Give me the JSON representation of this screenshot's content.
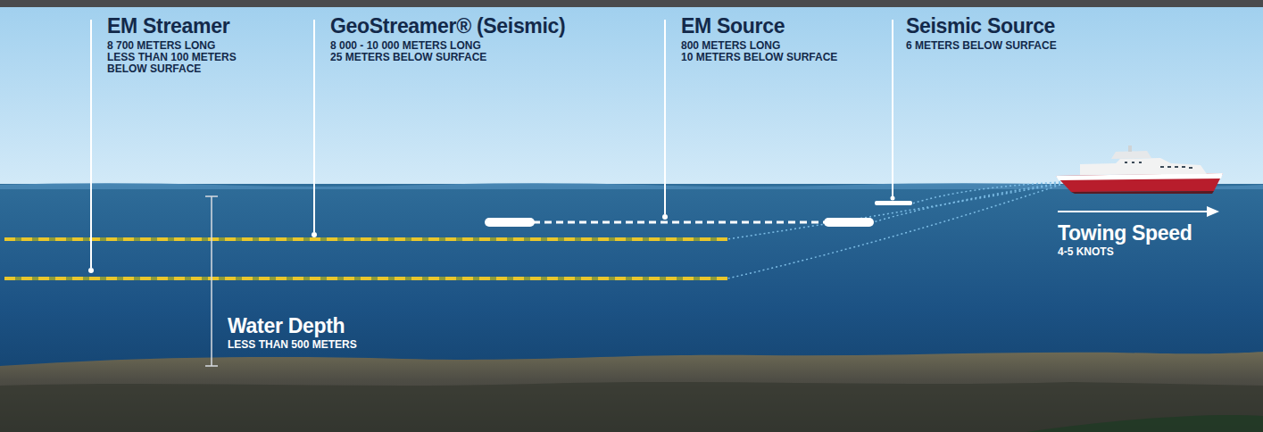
{
  "diagram": {
    "labels": [
      "EM Streamer",
      "8 700 METERS LONG",
      "LESS THAN 100 METERS BELOW SURFACE",
      "GeoStreamer® (Seismic)",
      "8 000 - 10 000 METERS LONG",
      "25 METERS BELOW SURFACE",
      "EM Source",
      "800 METERS LONG",
      "10 METERS BELOW SURFACE",
      "Seismic Source",
      "6 METERS BELOW SURFACE",
      "Water Depth",
      "LESS THAN 500 METERS",
      "Towing Speed",
      "4-5 KNOTS"
    ]
  }
}
